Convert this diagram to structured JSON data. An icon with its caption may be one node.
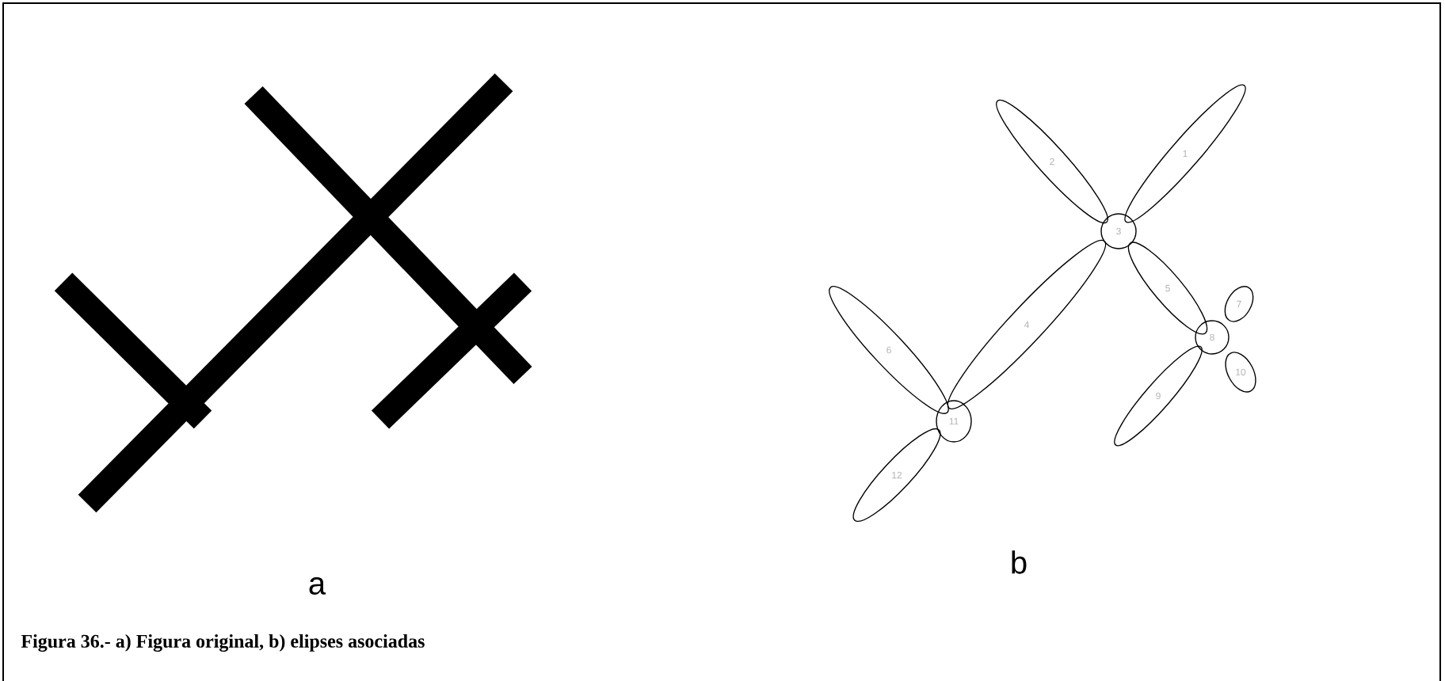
{
  "diagram": {
    "caption": "Figura 36.- a) Figura original, b) elipses asociadas",
    "nodes": [
      {
        "text": [
          "1"
        ]
      },
      {
        "text": [
          "2"
        ]
      },
      {
        "text": [
          "3"
        ]
      },
      {
        "text": [
          "4"
        ]
      },
      {
        "text": [
          "5"
        ]
      },
      {
        "text": [
          "6"
        ]
      },
      {
        "text": [
          "7"
        ]
      },
      {
        "text": [
          "8"
        ]
      },
      {
        "text": [
          "9"
        ]
      },
      {
        "text": [
          "10"
        ]
      },
      {
        "text": [
          "11"
        ]
      },
      {
        "text": [
          "12"
        ]
      }
    ],
    "labels": [
      "a",
      "b"
    ]
  }
}
